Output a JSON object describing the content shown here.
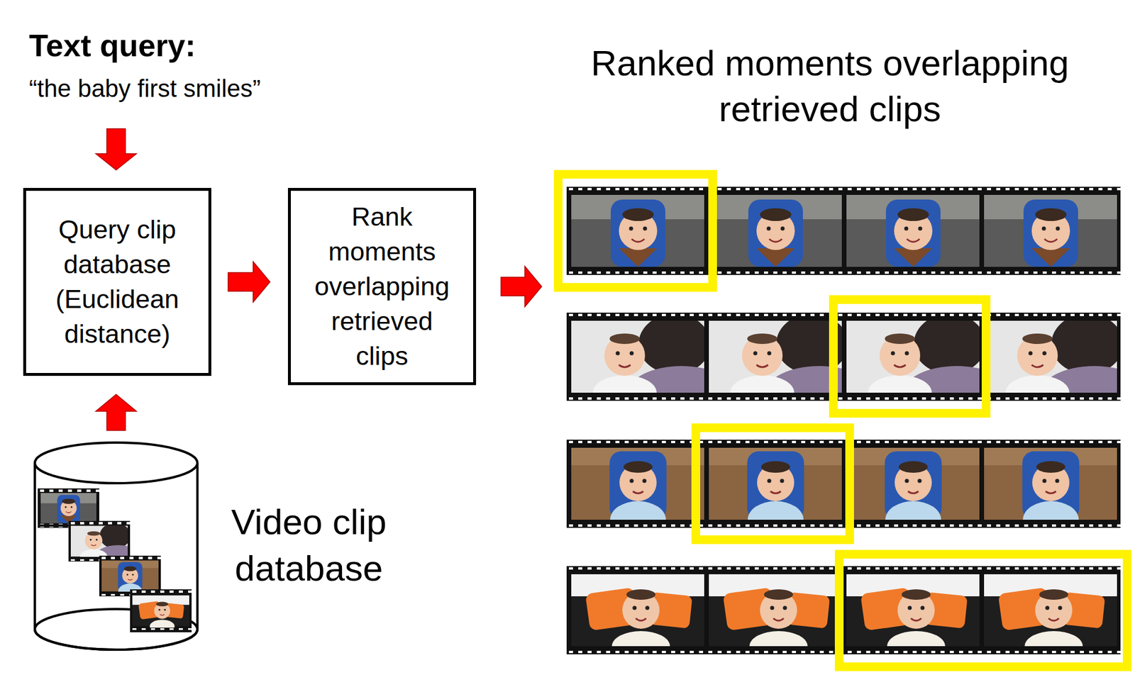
{
  "diagram": {
    "nodes": [
      {
        "text": [
          "Query clip database (Euclidean distance)"
        ]
      },
      {
        "text": [
          "Rank moments overlapping retrieved clips"
        ]
      },
      {
        "text": [
          "Video clip database"
        ]
      },
      {
        "text": [
          "Ranked moments overlapping retrieved clips"
        ]
      }
    ],
    "edges": [
      {
        "from": 2,
        "to": 0,
        "arrow": "to"
      },
      {
        "from": 0,
        "to": 1,
        "arrow": "to"
      },
      {
        "from": 1,
        "to": 3,
        "arrow": "to"
      }
    ],
    "labels": [
      "Text query:",
      "“the baby first smiles”"
    ]
  }
}
